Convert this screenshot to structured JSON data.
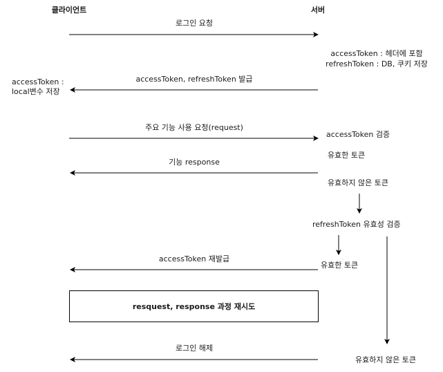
{
  "actors": {
    "client": "클라이언트",
    "server": "서버"
  },
  "messages": {
    "login_request": "로그인 요청",
    "token_issue": "accessToken, refreshToken 발급",
    "feature_request": "주요 기능 사용 요청(request)",
    "feature_response": "기능 response",
    "access_reissue": "accessToken 재발급",
    "logout": "로그인 해제"
  },
  "notes": {
    "server_storage_line1": "accessToken : 헤더에 포함",
    "server_storage_line2": "refreshToken : DB, 쿠키 저장",
    "client_storage_line1": "accessToken :",
    "client_storage_line2": "local변수 저장",
    "access_verify": "accessToken 검증",
    "valid_token_1": "유효한 토큰",
    "invalid_token_1": "유효하지 않은 토큰",
    "refresh_verify": "refreshToken 유효성 검증",
    "valid_token_2": "유효한 토큰",
    "invalid_token_2": "유효하지 않은 토큰"
  },
  "retry_box": {
    "label": "resquest, response 과정 재시도"
  }
}
